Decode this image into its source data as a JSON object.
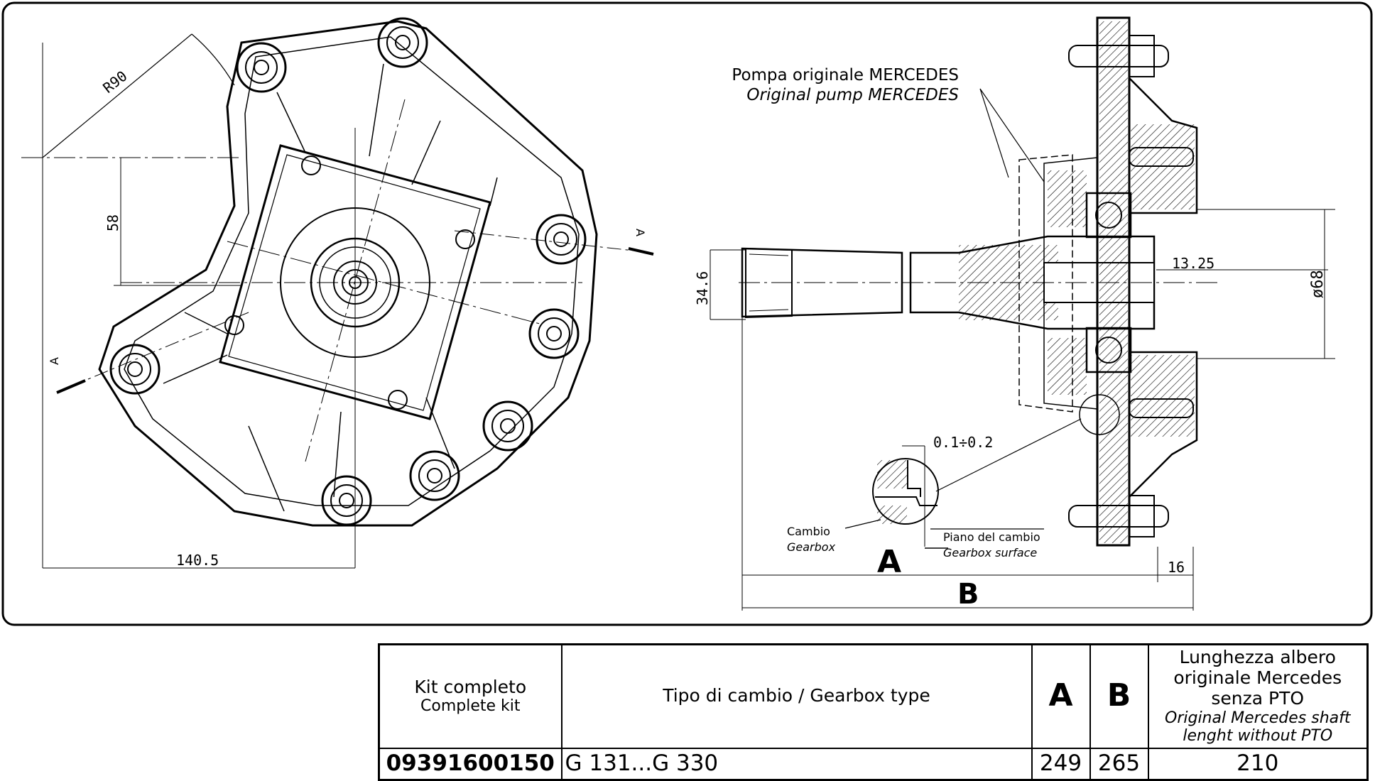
{
  "drawing": {
    "dims": {
      "r90": "R90",
      "d58": "58",
      "d140": "140.5",
      "d34": "34.6",
      "d13": "13.25",
      "d68": "ø68",
      "d16": "16",
      "tol": "0.1÷0.2"
    },
    "section_marker": "A",
    "pump_it": "Pompa originale MERCEDES",
    "pump_en": "Original pump MERCEDES",
    "cambio_it": "Cambio",
    "cambio_en": "Gearbox",
    "piano_it": "Piano del cambio",
    "piano_en": "Gearbox surface",
    "label_a": "A",
    "label_b": "B"
  },
  "table": {
    "h_kit_it": "Kit completo",
    "h_kit_en": "Complete kit",
    "h_type": "Tipo di cambio / Gearbox type",
    "h_a": "A",
    "h_b": "B",
    "h_len_1": "Lunghezza albero",
    "h_len_2": "originale Mercedes",
    "h_len_3": "senza PTO",
    "h_len_en1": "Original Mercedes shaft",
    "h_len_en2": "lenght without PTO",
    "row": {
      "code": "09391600150",
      "type": "G 131...G 330",
      "a": "249",
      "b": "265",
      "len": "210"
    }
  }
}
